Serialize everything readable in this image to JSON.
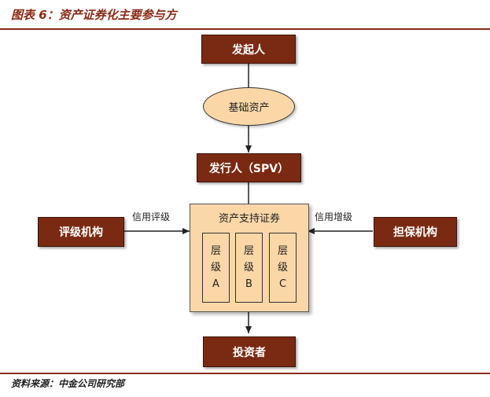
{
  "header": {
    "title": "图表 6：资产证券化主要参与方"
  },
  "nodes": {
    "originator": "发起人",
    "underlying_assets": "基础资产",
    "issuer": "发行人（SPV）",
    "rating_agency": "评级机构",
    "guarantor": "担保机构",
    "securities": "资产支持证券",
    "investors": "投资者"
  },
  "tranches": [
    {
      "line1": "层",
      "line2": "级",
      "line3": "A"
    },
    {
      "line1": "层",
      "line2": "级",
      "line3": "B"
    },
    {
      "line1": "层",
      "line2": "级",
      "line3": "C"
    }
  ],
  "edges": {
    "credit_rating": "信用评级",
    "credit_enhancement": "信用增级"
  },
  "footer": {
    "source": "资料来源：中金公司研究部"
  },
  "colors": {
    "accent": "#8B2B17",
    "box_fill": "#7A2A12",
    "light_fill": "#FBD7A8"
  }
}
